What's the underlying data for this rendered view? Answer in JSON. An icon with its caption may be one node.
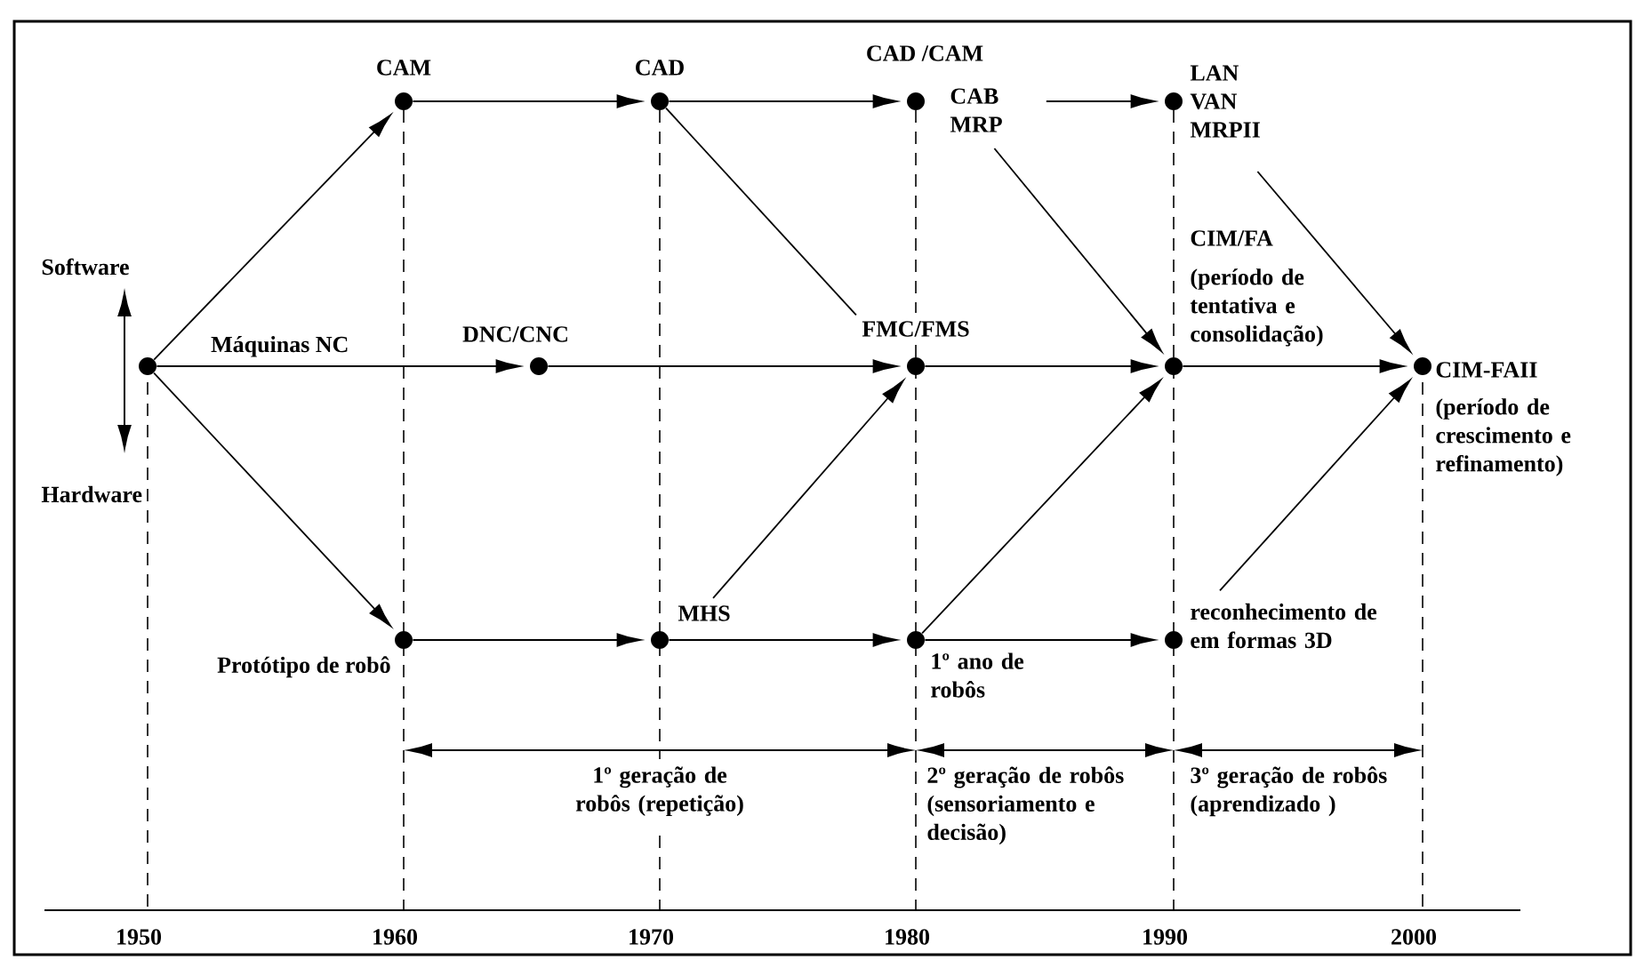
{
  "diagram": {
    "nodes": [
      {
        "text": [],
        "shape": "circle"
      },
      {
        "text": [
          "CAM"
        ]
      },
      {
        "text": [
          "CAD"
        ]
      },
      {
        "text": [
          "CAD /CAM",
          "CAB MRP"
        ]
      },
      {
        "text": [
          "LAN VAN MRPII"
        ]
      },
      {
        "text": [
          "DNC/CNC"
        ]
      },
      {
        "text": [
          "FMC/FMS"
        ]
      },
      {
        "text": [
          "CIM/FA",
          "(período de tentativa e consolidação)"
        ]
      },
      {
        "text": [
          "CIM-FAII",
          "(período de crescimento e refinamento)"
        ]
      },
      {
        "text": [
          "Protótipo de robô"
        ]
      },
      {
        "text": [
          "MHS"
        ]
      },
      {
        "text": [
          "1º ano de robôs"
        ]
      },
      {
        "text": [
          "reconhecimento de em formas 3D"
        ]
      }
    ],
    "edges": [
      {
        "from": 0,
        "to": 1,
        "arrow": "to"
      },
      {
        "from": 0,
        "to": 5,
        "arrow": "to",
        "label": "Máquinas NC"
      },
      {
        "from": 0,
        "to": 9,
        "arrow": "to"
      },
      {
        "from": 1,
        "to": 2,
        "arrow": "to"
      },
      {
        "from": 2,
        "to": 3,
        "arrow": "to"
      },
      {
        "from": 3,
        "to": 4,
        "arrow": "to"
      },
      {
        "from": 2,
        "to": 6,
        "arrow": "none"
      },
      {
        "from": 5,
        "to": 6,
        "arrow": "to"
      },
      {
        "from": 6,
        "to": 7,
        "arrow": "to"
      },
      {
        "from": 7,
        "to": 8,
        "arrow": "to"
      },
      {
        "from": 9,
        "to": 10,
        "arrow": "to"
      },
      {
        "from": 10,
        "to": 11,
        "arrow": "to"
      },
      {
        "from": 11,
        "to": 12,
        "arrow": "to"
      },
      {
        "from": 10,
        "to": 6,
        "arrow": "to"
      },
      {
        "from": 11,
        "to": 7,
        "arrow": "to"
      },
      {
        "from": 3,
        "to": 7,
        "arrow": "to"
      },
      {
        "from": 4,
        "to": 8,
        "arrow": "to"
      },
      {
        "from": 12,
        "to": 8,
        "arrow": "to"
      }
    ],
    "labels": [
      "Software",
      "Hardware",
      "1º geração de robôs (repetição)",
      "2º geração de robôs (sensoriamento e decisão)",
      "3º geração de robôs (aprendizado )",
      "1950",
      "1960",
      "1970",
      "1980",
      "1990",
      "2000"
    ]
  }
}
